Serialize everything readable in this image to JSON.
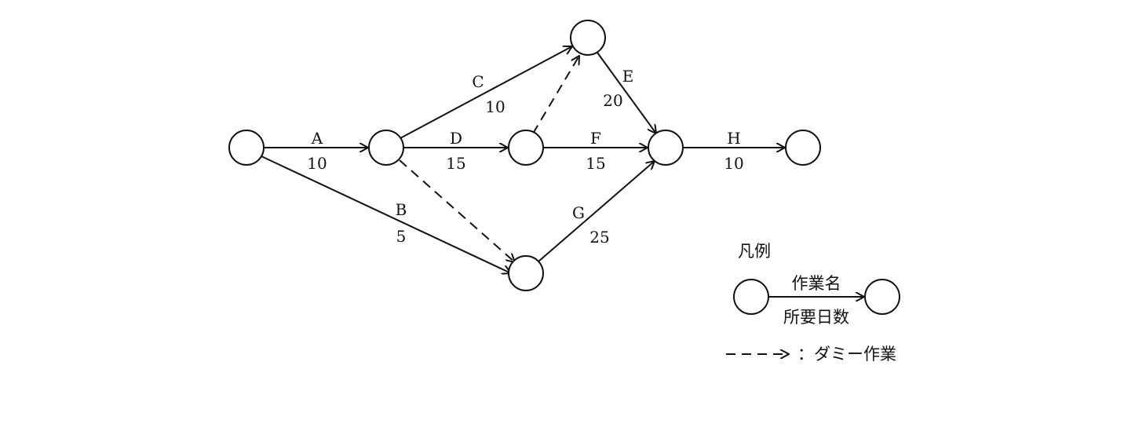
{
  "activities": {
    "A": {
      "name": "A",
      "days": "10"
    },
    "B": {
      "name": "B",
      "days": "5"
    },
    "C": {
      "name": "C",
      "days": "10"
    },
    "D": {
      "name": "D",
      "days": "15"
    },
    "E": {
      "name": "E",
      "days": "20"
    },
    "F": {
      "name": "F",
      "days": "15"
    },
    "G": {
      "name": "G",
      "days": "25"
    },
    "H": {
      "name": "H",
      "days": "10"
    }
  },
  "legend": {
    "title": "凡例",
    "activity_name": "作業名",
    "required_days": "所要日数",
    "dummy_label": "：ダミー作業"
  }
}
